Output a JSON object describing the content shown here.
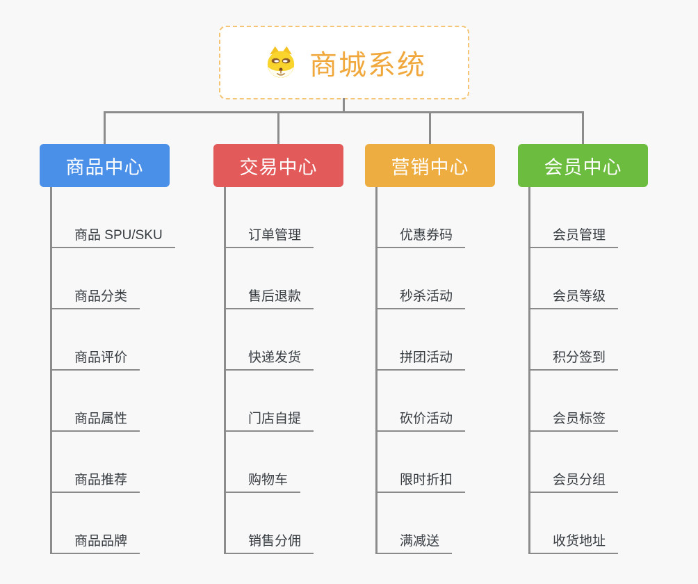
{
  "canvas": {
    "background": "#F8F8F8",
    "connector_color": "#8C8C8C"
  },
  "root": {
    "title": "商城系统",
    "icon": "shiba-dog-icon",
    "text_color": "#F0A83C",
    "border_color": "#F5C573"
  },
  "branches": [
    {
      "label": "商品中心",
      "color": "#4A90E8",
      "children": [
        "商品 SPU/SKU",
        "商品分类",
        "商品评价",
        "商品属性",
        "商品推荐",
        "商品品牌"
      ]
    },
    {
      "label": "交易中心",
      "color": "#E35A5A",
      "children": [
        "订单管理",
        "售后退款",
        "快递发货",
        "门店自提",
        "购物车",
        "销售分佣"
      ]
    },
    {
      "label": "营销中心",
      "color": "#EDAD40",
      "children": [
        "优惠券码",
        "秒杀活动",
        "拼团活动",
        "砍价活动",
        "限时折扣",
        "满减送"
      ]
    },
    {
      "label": "会员中心",
      "color": "#6CBD3F",
      "children": [
        "会员管理",
        "会员等级",
        "积分签到",
        "会员标签",
        "会员分组",
        "收货地址"
      ]
    }
  ]
}
